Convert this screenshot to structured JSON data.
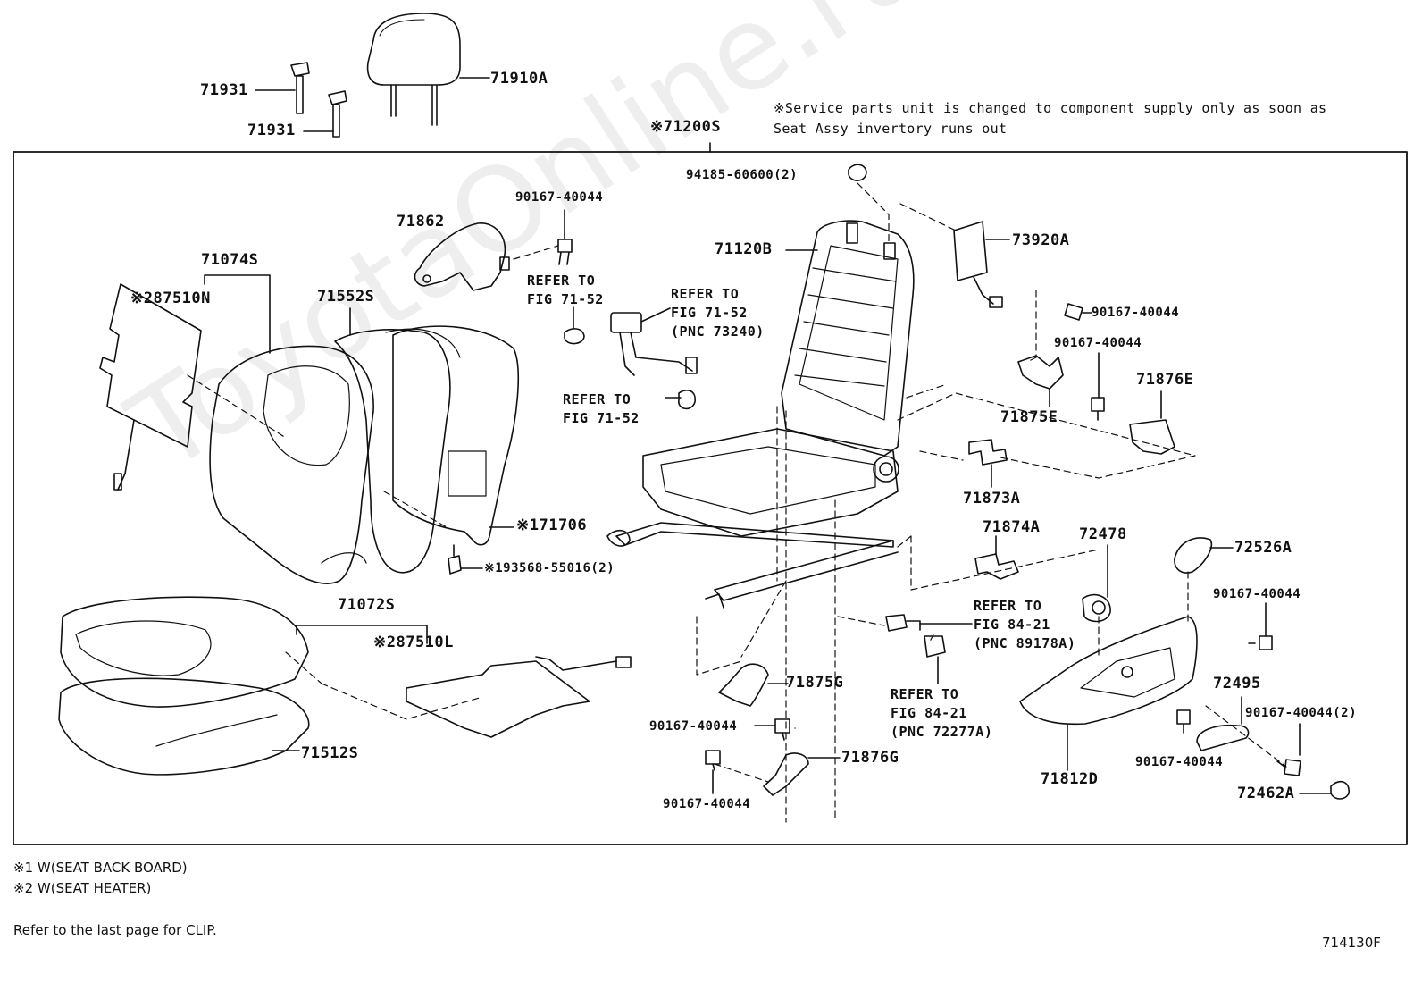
{
  "watermark": "ToyotaOnline.ru",
  "service_note": {
    "line1": "※Service parts unit is changed to component supply only as soon as",
    "line2": "Seat Assy invertory runs out"
  },
  "parts": {
    "p71931a": "71931",
    "p71931b": "71931",
    "p71910A": "71910A",
    "p71200S": "※71200S",
    "p94185": "94185-60600(2)",
    "p71120B": "71120B",
    "p73920A": "73920A",
    "p71862": "71862",
    "p90167_a": "90167-40044",
    "p71074S": "71074S",
    "p87510N": "※287510N",
    "p71552S": "71552S",
    "p90167_b": "90167-40044",
    "p90167_c": "90167-40044",
    "p71876E": "71876E",
    "p71875E": "71875E",
    "p71873A": "71873A",
    "p71706": "※171706",
    "p193568": "※193568-55016(2)",
    "p71874A": "71874A",
    "p72478": "72478",
    "p72526A": "72526A",
    "p90167_d": "90167-40044",
    "p71072S": "71072S",
    "p87510L": "※287510L",
    "p71875G": "71875G",
    "p90167_e": "90167-40044",
    "p72495": "72495",
    "p90167_f": "90167-40044(2)",
    "p71512S": "71512S",
    "p71876G": "71876G",
    "p90167_g": "90167-40044",
    "p90167_h": "90167-40044",
    "p71812D": "71812D",
    "p72462A": "72462A"
  },
  "refs": {
    "r1": "REFER TO\nFIG 71-52",
    "r2": "REFER TO\nFIG 71-52\n(PNC 73240)",
    "r3": "REFER TO\nFIG 71-52",
    "r4": "REFER TO\nFIG 84-21\n(PNC 89178A)",
    "r5": "REFER TO\nFIG 84-21\n(PNC 72277A)"
  },
  "footnotes": {
    "n1": "※1 W(SEAT BACK BOARD)",
    "n2": "※2 W(SEAT HEATER)",
    "clip": "Refer to the last page for CLIP."
  },
  "figure_id": "714130F"
}
